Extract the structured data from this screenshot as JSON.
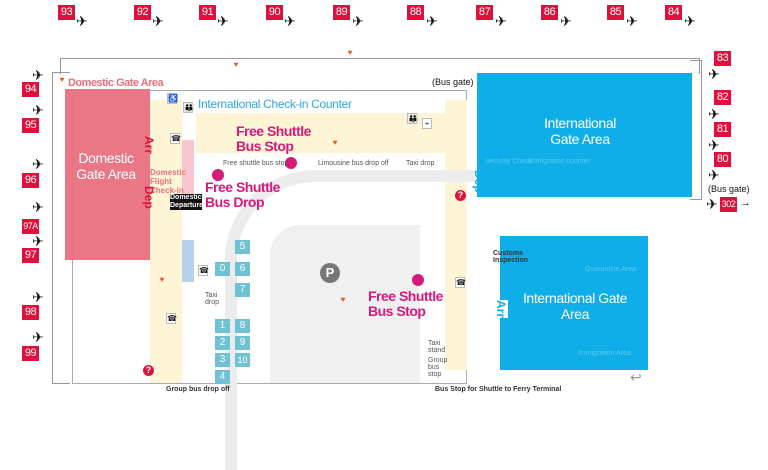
{
  "gates_top": [
    "93",
    "92",
    "91",
    "90",
    "89",
    "88",
    "87",
    "86",
    "85",
    "84"
  ],
  "gates_right": [
    "83",
    "82",
    "81",
    "80"
  ],
  "gates_left": [
    "94",
    "95",
    "96",
    "97A",
    "97",
    "98",
    "99"
  ],
  "bus_gate_number": "302",
  "labels": {
    "domestic_gate_area_title": "Domestic Gate Area",
    "domestic_gate_area": "Domestic Gate Area",
    "intl_checkin": "International Check-in Counter",
    "intl_gate_area_top": "International Gate Area",
    "intl_gate_area_bottom": "International Gate Area",
    "bus_gate_top": "(Bus gate)",
    "bus_gate_right": "(Bus gate)",
    "domestic_checkin": "Domestic Flight Check-in",
    "domestic_departures": "Domestic Departures",
    "arr_domestic": "Arr",
    "dep_domestic": "Dep",
    "dep_intl": "Dep",
    "arr_intl": "Arr",
    "shuttle_stop_1": "Free Shuttle Bus Stop",
    "shuttle_drop": "Free Shuttle Bus Drop",
    "shuttle_stop_2": "Free Shuttle Bus Stop",
    "free_shuttle_bus_stop_small": "Free shuttle bus stop",
    "limousine": "Limousine bus drop off",
    "taxi_drop_top": "Taxi drop",
    "taxi_drop_left": "Taxi drop",
    "taxi_stand": "Taxi stand",
    "group_bus_stop": "Group bus stop",
    "group_bus_drop": "Group bus drop off",
    "ferry_shuttle": "Bus Stop for Shuttle to Ferry Terminal",
    "customs": "Customs Inspection",
    "security": "Security Check",
    "immigration_counter": "Immigration counter",
    "quarantine": "Quarantine Area",
    "immigration_area": "Immigration Area",
    "parking": "P"
  },
  "bus_bays_left": [
    "0",
    "1",
    "2",
    "3",
    "4"
  ],
  "bus_bays_right": [
    "5",
    "6",
    "7",
    "8",
    "9",
    "10"
  ],
  "colors": {
    "gate": "#e0103c",
    "domestic": "#e8707f",
    "international": "#10aee8",
    "shuttle": "#d6197d",
    "bay": "#6fc2d4"
  },
  "icons": [
    "airplane-icon",
    "aed-icon",
    "restroom-icon",
    "phone-icon",
    "elevator-icon",
    "information-icon",
    "smoking-icon",
    "parking-icon"
  ]
}
